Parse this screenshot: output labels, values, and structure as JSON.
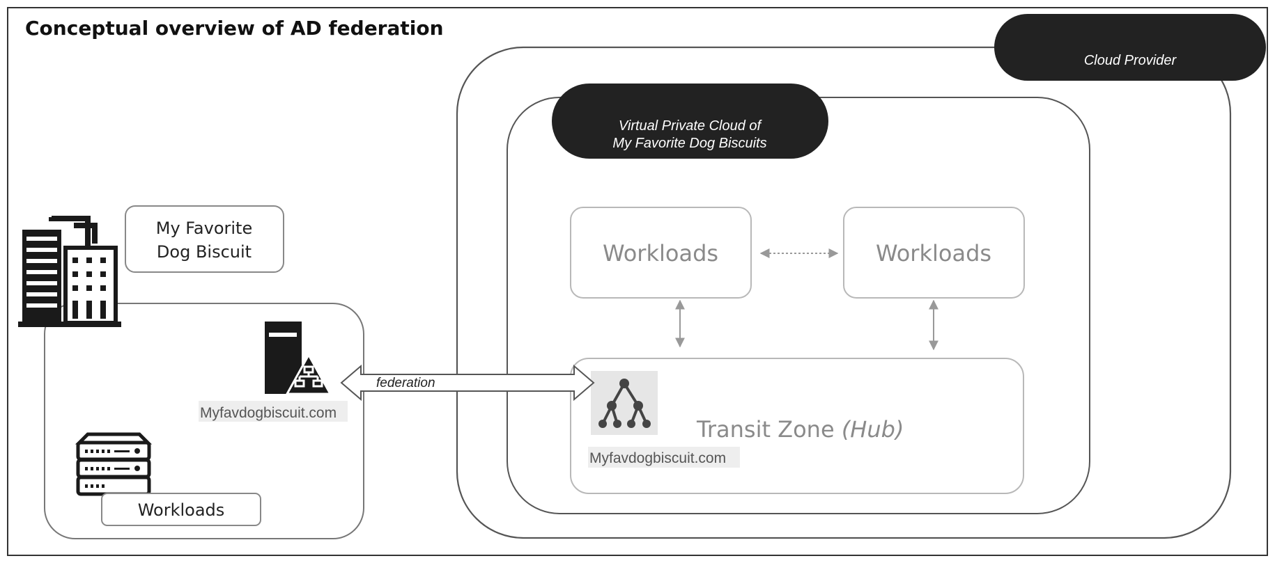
{
  "title": "Conceptual overview of AD federation",
  "cloud_provider_label": "Cloud Provider",
  "vpc_label_line1": "Virtual Private Cloud of",
  "vpc_label_line2": "My Favorite Dog Biscuits",
  "onprem": {
    "company_line1": "My Favorite",
    "company_line2": "Dog Biscuit",
    "domain": "Myfavdogbiscuit.com",
    "workloads": "Workloads"
  },
  "vpc": {
    "workloads_left": "Workloads",
    "workloads_right": "Workloads",
    "transit_zone": "Transit Zone ",
    "transit_hub": "(Hub)",
    "domain": "Myfavdogbiscuit.com"
  },
  "federation_label": "federation",
  "icons": {
    "building": "office-building-icon",
    "server_ad": "active-directory-server-icon",
    "rack": "server-rack-icon",
    "hub": "network-hierarchy-icon"
  },
  "colors": {
    "pill_fill": "#222222",
    "border": "#555555",
    "muted_border": "#b8b8b8",
    "muted_text": "#8a8a8a"
  }
}
